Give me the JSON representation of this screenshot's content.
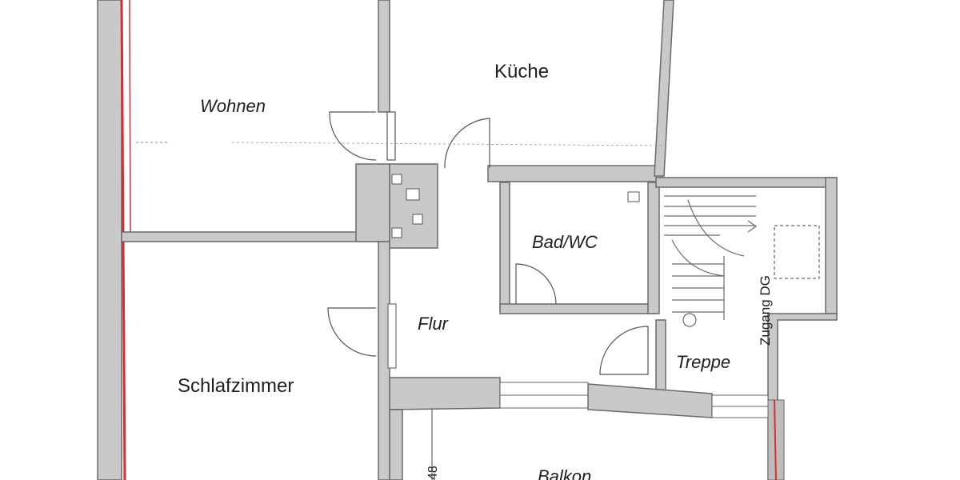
{
  "plan": {
    "rooms": {
      "kueche": "Küche",
      "wohnen": "Wohnen",
      "bad_wc": "Bad/WC",
      "flur": "Flur",
      "treppe": "Treppe",
      "schlafzimmer": "Schlafzimmer",
      "balkon": "Balkon"
    },
    "annotations": {
      "zugang": "Zugang DG",
      "dimension": "48"
    },
    "colors": {
      "wall_fill": "#c9c9c9",
      "wall_stroke": "#6a6a6a",
      "red_edge": "#d23030",
      "paper": "#ffffff"
    }
  }
}
